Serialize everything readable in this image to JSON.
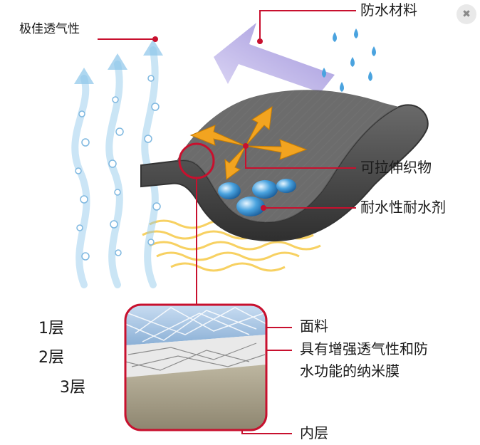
{
  "labels": {
    "breathable": "极佳透气性",
    "waterproof_material": "防水材料",
    "stretch_fabric": "可拉伸织物",
    "water_repellent": "耐水性耐水剂",
    "outer_fabric": "面料",
    "membrane_line1": "具有增强透气性和防",
    "membrane_line2": "水功能的纳米膜",
    "inner_layer": "内层"
  },
  "layers": {
    "layer1": "1层",
    "layer2": "2层",
    "layer3": "3层"
  },
  "icons": {
    "close": "zoom-close-icon"
  },
  "colors": {
    "leader_red": "#c8102e",
    "fabric_dark": "#4a4a4a",
    "arrow_orange": "#f2a420",
    "arrow_purple": "#9a8fd8",
    "droplet_blue": "#4aa3df",
    "heat_yellow": "#f6c63c",
    "vapor_blue": "#8cc6ea"
  }
}
